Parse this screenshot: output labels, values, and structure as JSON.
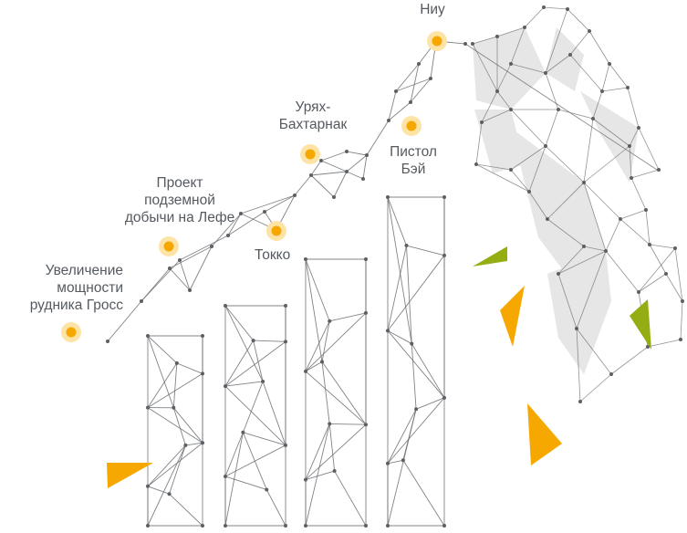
{
  "milestones": [
    {
      "label": "Увеличение\nмощности\nрудника Гросс"
    },
    {
      "label": "Проект\nподземной\nдобычи на Лефе"
    },
    {
      "label": "Токко"
    },
    {
      "label": "Урях-\nБахтарнак"
    },
    {
      "label": "Пистол\nБэй"
    },
    {
      "label": "Ниу"
    }
  ],
  "colors": {
    "marker": "#f6a800",
    "marker_halo": "#fde3a6",
    "mesh_line": "#6a6d72",
    "mesh_node": "#5c5f63",
    "face_fill": "#e6e6e6",
    "accent_orange": "#f6a800",
    "accent_green": "#93ad12"
  }
}
